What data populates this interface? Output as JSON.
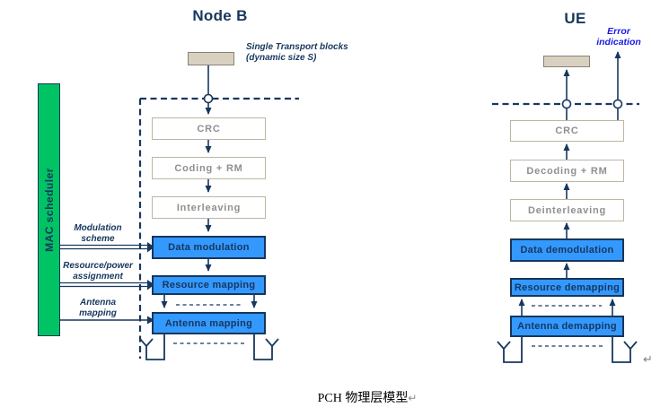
{
  "node_b": {
    "title": "Node B",
    "input_block_label": {
      "line1": "Single Transport blocks",
      "line2": "(dynamic size S)"
    },
    "scheduler": "MAC scheduler",
    "chain": [
      "CRC",
      "Coding + RM",
      "Interleaving",
      "Data modulation",
      "Resource mapping",
      "Antenna mapping"
    ],
    "controls": [
      {
        "line1": "Modulation",
        "line2": "scheme"
      },
      {
        "line1": "Resource/power",
        "line2": "assignment"
      },
      {
        "line1": "Antenna",
        "line2": "mapping"
      }
    ]
  },
  "ue": {
    "title": "UE",
    "error_indication": {
      "line1": "Error",
      "line2": "indication"
    },
    "chain": [
      "CRC",
      "Decoding + RM",
      "Deinterleaving",
      "Data demodulation",
      "Resource demapping",
      "Antenna demapping"
    ]
  },
  "caption": {
    "text": "PCH 物理层模型",
    "paragraph_mark": "↵"
  },
  "stray_paragraph_mark": "↵",
  "colors": {
    "line_navy": "#17375E",
    "scheduler_green": "#00C464",
    "process_blue": "#3399FF",
    "transport_tan": "#D9D1C0",
    "inactive_box_border": "#BEB5A3",
    "inactive_text_gray": "#8F8F8F",
    "error_text_blue": "#1A1AE6"
  }
}
